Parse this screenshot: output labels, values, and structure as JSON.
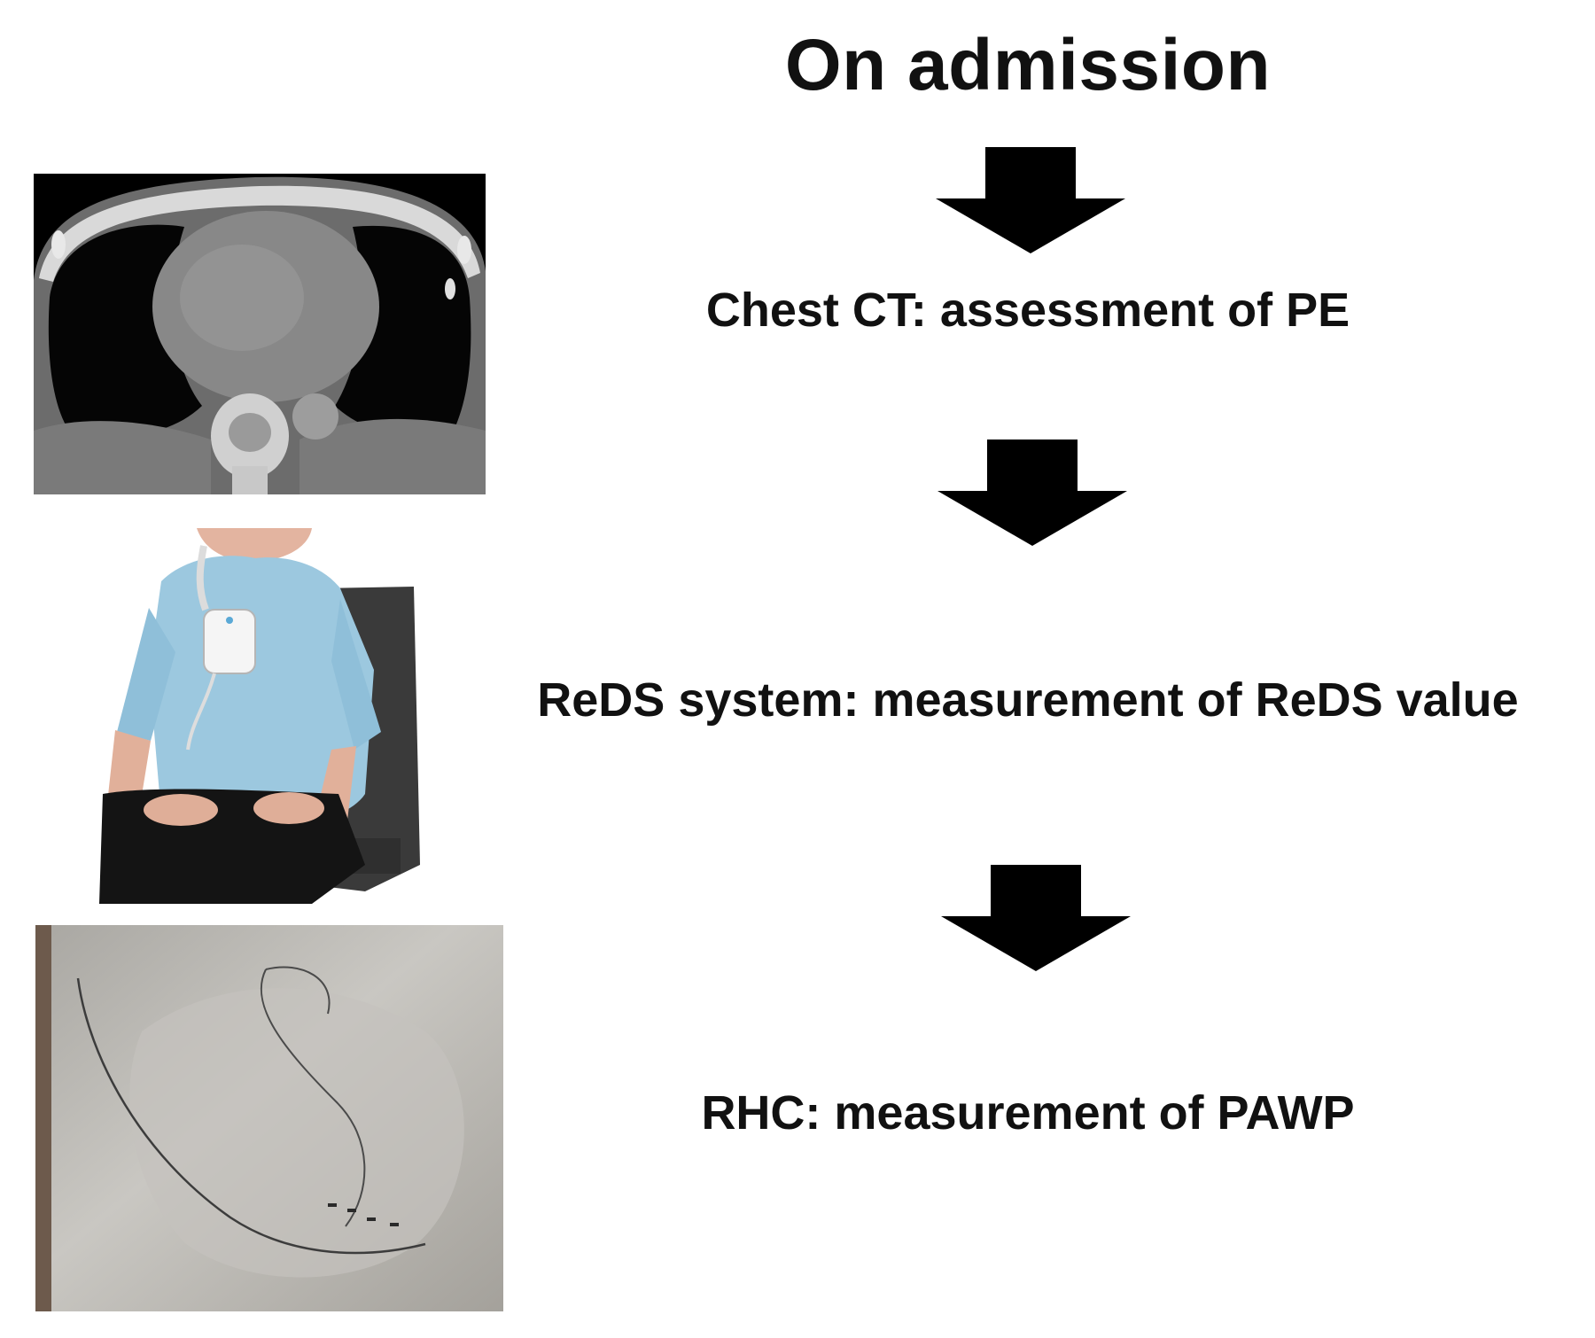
{
  "title": "On admission",
  "steps": [
    {
      "label": "Chest CT: assessment of PE"
    },
    {
      "label": "ReDS system: measurement of ReDS value"
    },
    {
      "label": "RHC: measurement of PAWP"
    }
  ],
  "colors": {
    "background": "#ffffff",
    "text": "#111111",
    "arrow": "#000000"
  },
  "images": [
    {
      "icon": "chest-ct-image"
    },
    {
      "icon": "reds-patient-photo"
    },
    {
      "icon": "rhc-xray-image"
    }
  ]
}
